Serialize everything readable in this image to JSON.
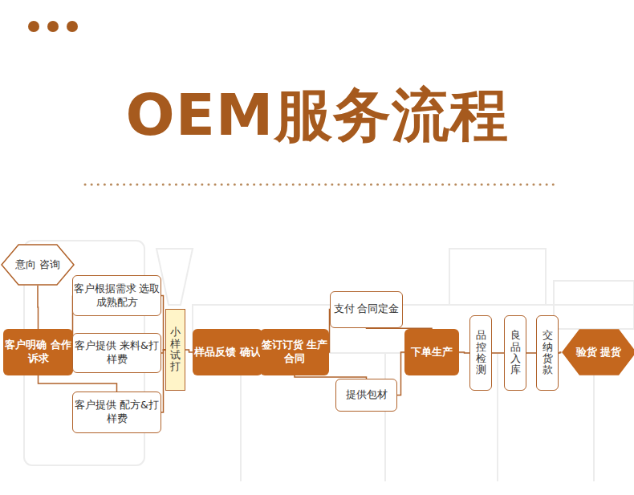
{
  "diagram": {
    "title": "OEM服务流程",
    "nodes": [
      {
        "text": [
          "意向 咨询"
        ]
      },
      {
        "text": [
          "客户明确 合作诉求"
        ]
      },
      {
        "text": [
          "客户根据需求 选取成熟配方"
        ]
      },
      {
        "text": [
          "客户提供 来料&打样费"
        ]
      },
      {
        "text": [
          "客户提供 配方&打样费"
        ]
      },
      {
        "text": [
          "小样试打"
        ]
      },
      {
        "text": [
          "样品反馈 确认"
        ]
      },
      {
        "text": [
          "签订订货 生产合同"
        ]
      },
      {
        "text": [
          "支付 合同定金"
        ]
      },
      {
        "text": [
          "提供包材"
        ]
      },
      {
        "text": [
          "下单生产"
        ]
      },
      {
        "text": [
          "品控检测"
        ]
      },
      {
        "text": [
          "良品入库"
        ]
      },
      {
        "text": [
          "交纳货款"
        ]
      },
      {
        "text": [
          "验货 提货"
        ]
      }
    ],
    "edges": [
      {
        "from": 0,
        "to": 1,
        "arrow": "none"
      },
      {
        "from": 1,
        "to": 2,
        "arrow": "none"
      },
      {
        "from": 1,
        "to": 3,
        "arrow": "none"
      },
      {
        "from": 1,
        "to": 4,
        "arrow": "none"
      },
      {
        "from": 2,
        "to": 5,
        "arrow": "none"
      },
      {
        "from": 3,
        "to": 5,
        "arrow": "none"
      },
      {
        "from": 4,
        "to": 5,
        "arrow": "none"
      },
      {
        "from": 5,
        "to": 6,
        "arrow": "none"
      },
      {
        "from": 6,
        "to": 7,
        "arrow": "none"
      },
      {
        "from": 7,
        "to": 8,
        "arrow": "none"
      },
      {
        "from": 7,
        "to": 9,
        "arrow": "none"
      },
      {
        "from": 8,
        "to": 10,
        "arrow": "none"
      },
      {
        "from": 9,
        "to": 10,
        "arrow": "none"
      },
      {
        "from": 10,
        "to": 11,
        "arrow": "none"
      },
      {
        "from": 11,
        "to": 12,
        "arrow": "none"
      },
      {
        "from": 12,
        "to": 13,
        "arrow": "none"
      },
      {
        "from": 13,
        "to": 14,
        "arrow": "none"
      }
    ]
  }
}
